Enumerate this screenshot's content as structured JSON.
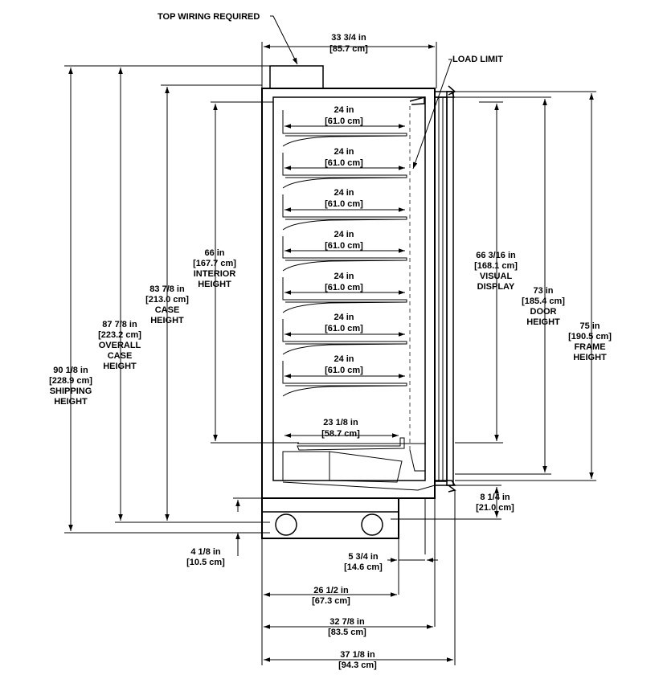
{
  "notes": {
    "top_wiring": "TOP WIRING REQUIRED",
    "load_limit": "LOAD LIMIT"
  },
  "dims": {
    "top_width": {
      "l1": "33 3/4 in",
      "l2": "[85.7 cm]"
    },
    "shelf": {
      "l1": "24 in",
      "l2": "[61.0 cm]"
    },
    "bottom_shelf": {
      "l1": "23 1/8 in",
      "l2": "[58.7 cm]"
    },
    "interior_height": {
      "l1": "66 in",
      "l2": "[167.7 cm]",
      "l3": "INTERIOR",
      "l4": "HEIGHT"
    },
    "case_height": {
      "l1": "83 7/8 in",
      "l2": "[213.0 cm]",
      "l3": "CASE",
      "l4": "HEIGHT"
    },
    "overall_case": {
      "l1": "87 7/8 in",
      "l2": "[223.2 cm]",
      "l3": "OVERALL",
      "l4": "CASE",
      "l5": "HEIGHT"
    },
    "shipping_height": {
      "l1": "90 1/8 in",
      "l2": "[228.9 cm]",
      "l3": "SHIPPING",
      "l4": "HEIGHT"
    },
    "visual_display": {
      "l1": "66 3/16 in",
      "l2": "[168.1 cm]",
      "l3": "VISUAL",
      "l4": "DISPLAY"
    },
    "door_height": {
      "l1": "73 in",
      "l2": "[185.4 cm]",
      "l3": "DOOR",
      "l4": "HEIGHT"
    },
    "frame_height": {
      "l1": "75 in",
      "l2": "[190.5 cm]",
      "l3": "FRAME",
      "l4": "HEIGHT"
    },
    "base_right": {
      "l1": "8 1/4 in",
      "l2": "[21.0 cm]"
    },
    "caster_height": {
      "l1": "4 1/8 in",
      "l2": "[10.5 cm]"
    },
    "rear_offset": {
      "l1": "5 3/4 in",
      "l2": "[14.6 cm]"
    },
    "base_depth": {
      "l1": "26 1/2 in",
      "l2": "[67.3 cm]"
    },
    "depth_1": {
      "l1": "32 7/8 in",
      "l2": "[83.5 cm]"
    },
    "depth_total": {
      "l1": "37 1/8 in",
      "l2": "[94.3 cm]"
    }
  }
}
